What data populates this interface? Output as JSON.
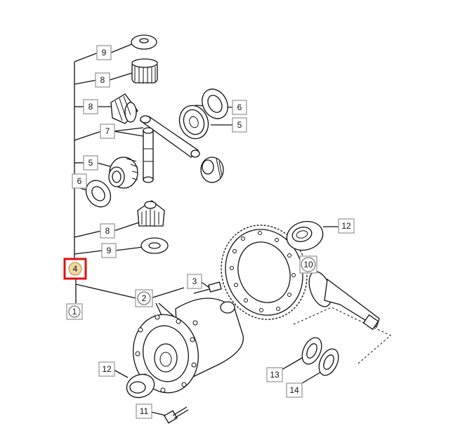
{
  "callouts": [
    {
      "id": "9-top",
      "text": "9"
    },
    {
      "id": "8-upper",
      "text": "8"
    },
    {
      "id": "8-left",
      "text": "8"
    },
    {
      "id": "7",
      "text": "7"
    },
    {
      "id": "6-right",
      "text": "6"
    },
    {
      "id": "5-right",
      "text": "5"
    },
    {
      "id": "5-left",
      "text": "5"
    },
    {
      "id": "6-left",
      "text": "6"
    },
    {
      "id": "8-lower",
      "text": "8"
    },
    {
      "id": "9-lower",
      "text": "9"
    },
    {
      "id": "4",
      "text": "4"
    },
    {
      "id": "1",
      "text": "1"
    },
    {
      "id": "2",
      "text": "2"
    },
    {
      "id": "3",
      "text": "3"
    },
    {
      "id": "10",
      "text": "10"
    },
    {
      "id": "12-right",
      "text": "12"
    },
    {
      "id": "12-left",
      "text": "12"
    },
    {
      "id": "11",
      "text": "11"
    },
    {
      "id": "13",
      "text": "13"
    },
    {
      "id": "14",
      "text": "14"
    }
  ],
  "highlight": {
    "callout_id": "4",
    "color": "#e01010",
    "badge_fill": "#f3d8a0"
  }
}
